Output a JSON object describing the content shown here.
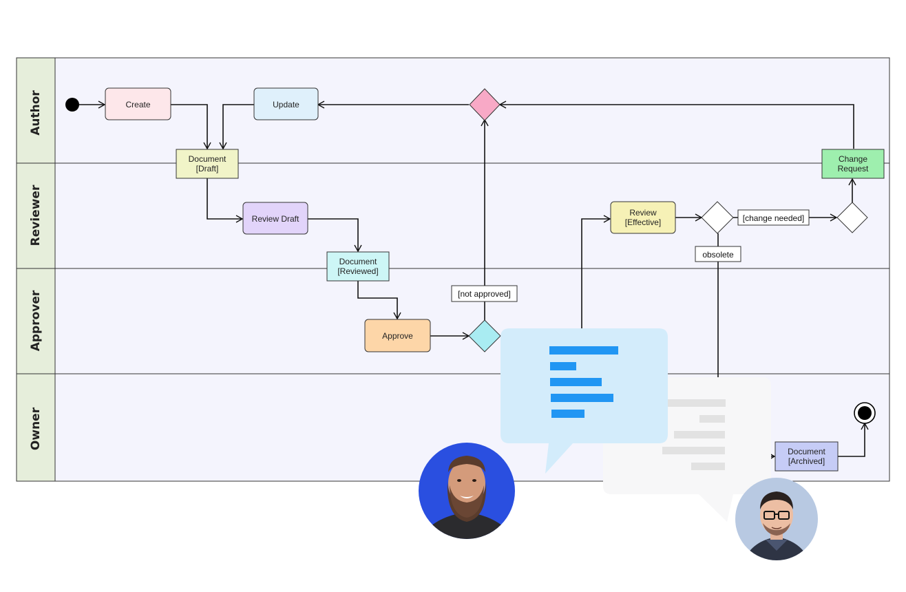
{
  "lanes": [
    {
      "label": "Author"
    },
    {
      "label": "Reviewer"
    },
    {
      "label": "Approver"
    },
    {
      "label": "Owner"
    }
  ],
  "nodes": {
    "create": {
      "line1": "Create",
      "line2": "",
      "color": "#fde7ea"
    },
    "update": {
      "line1": "Update",
      "line2": "",
      "color": "#dff0fb"
    },
    "doc_draft": {
      "line1": "Document",
      "line2": "[Draft]",
      "color": "#f1f4c8"
    },
    "review_draft": {
      "line1": "Review Draft",
      "line2": "",
      "color": "#e2d4fa"
    },
    "doc_reviewed": {
      "line1": "Document",
      "line2": "[Reviewed]",
      "color": "#cdf6f6"
    },
    "approve": {
      "line1": "Approve",
      "line2": "",
      "color": "#fdd6a8"
    },
    "review_effective": {
      "line1": "Review",
      "line2": "[Effective]",
      "color": "#f6f1b6"
    },
    "change_request": {
      "line1": "Change",
      "line2": "Request",
      "color": "#9eefae"
    },
    "doc_archived": {
      "line1": "Document",
      "line2": "[Archived]",
      "color": "#c6ccf6"
    }
  },
  "guards": {
    "not_approved": "[not approved]",
    "change_needed": "[change needed]",
    "obsolete": "obsolete"
  },
  "colors": {
    "lane_header_bg": "#e6eedb",
    "lane_body_bg": "#f4f4fd",
    "decision_author": "#f8a9c6",
    "decision_approver": "#a9ecf2",
    "bubble_blue": "#d3ecfb",
    "bubble_blue_bars": "#2196f3",
    "bubble_gray": "#f7f7f8",
    "bubble_gray_bars": "#e2e2e2",
    "avatar_left_bg": "#2a4fe0",
    "avatar_right_bg": "#b8c9e2"
  },
  "icons": {
    "start": "initial-node-icon",
    "end": "final-node-icon",
    "avatar_left": "bearded-man-avatar",
    "avatar_right": "man-with-glasses-avatar"
  }
}
